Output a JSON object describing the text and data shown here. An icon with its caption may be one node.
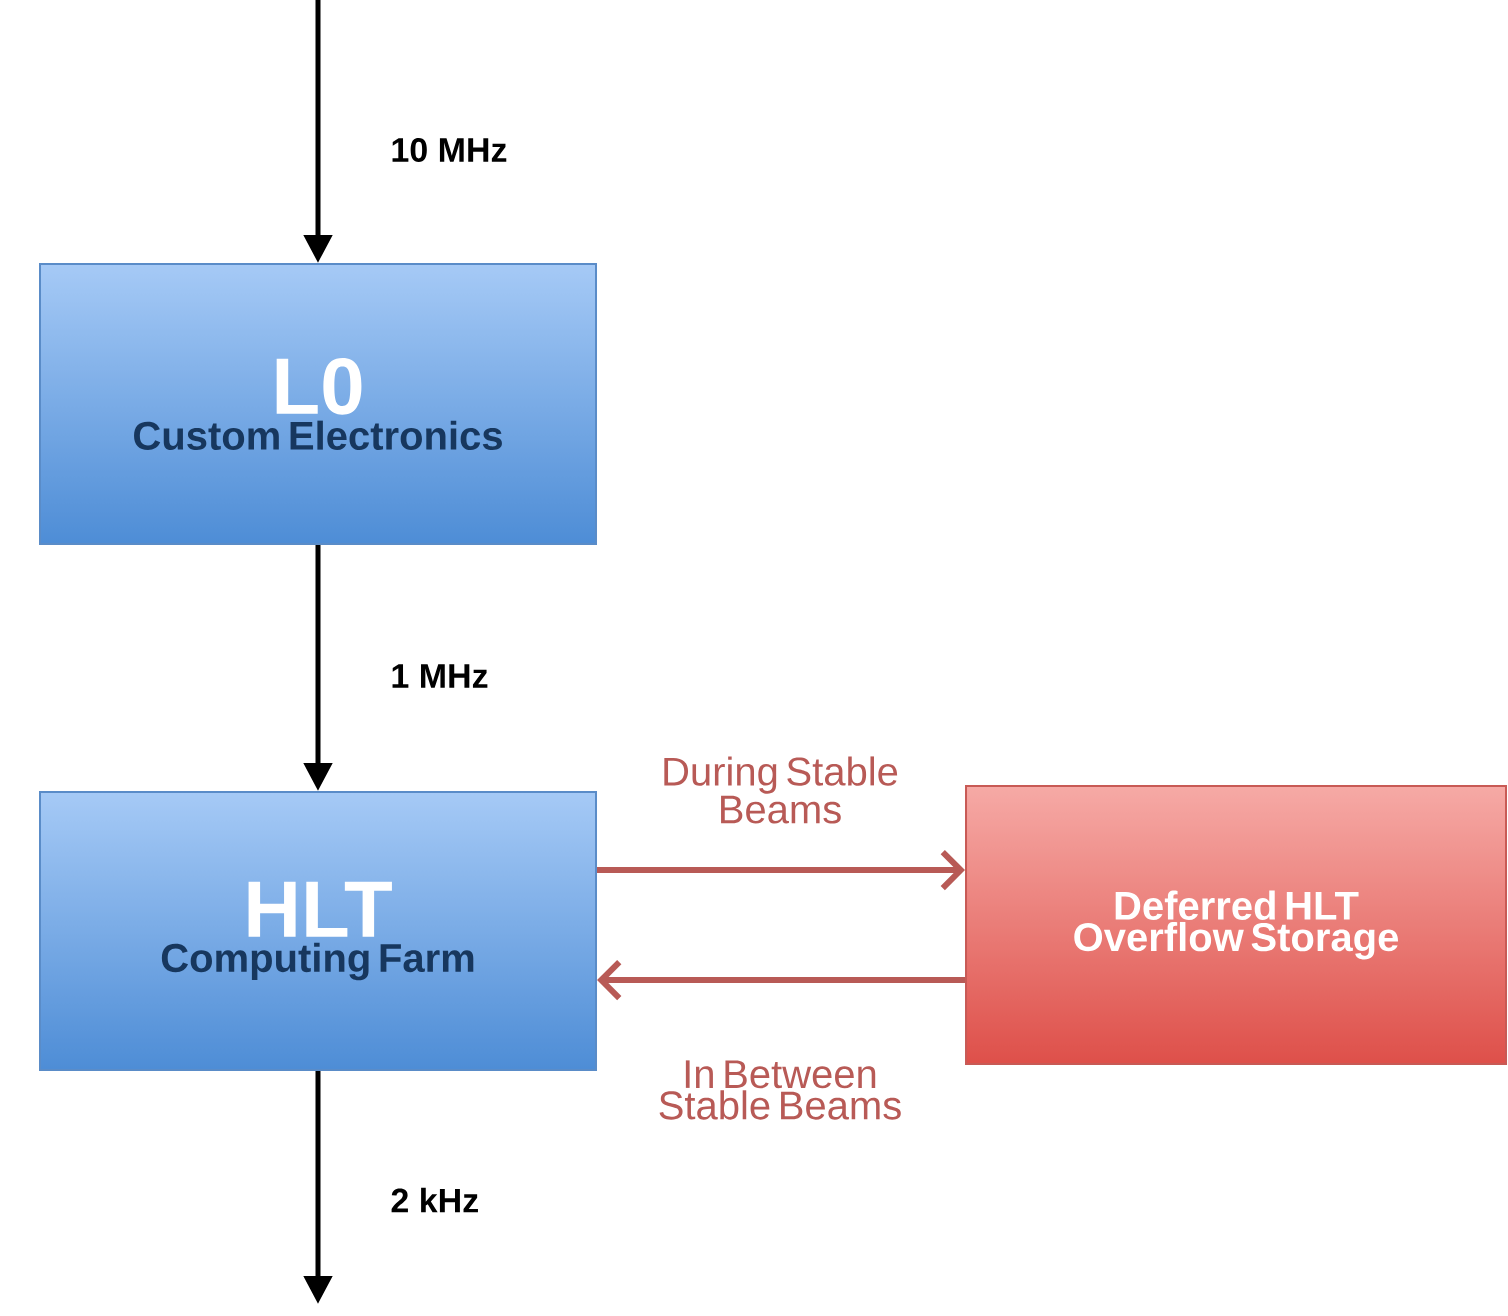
{
  "diagram": {
    "nodes": [
      {
        "text": [
          "L0",
          "Custom Electronics"
        ]
      },
      {
        "text": [
          "HLT",
          "Computing Farm"
        ]
      },
      {
        "text": [
          "Deferred HLT Overflow Storage"
        ]
      }
    ],
    "edges": [
      {
        "from": null,
        "to": 0,
        "arrow": "to",
        "label": "10 MHz"
      },
      {
        "from": 0,
        "to": 1,
        "arrow": "to",
        "label": "1 MHz"
      },
      {
        "from": 1,
        "to": 2,
        "arrow": "to",
        "label": "During Stable Beams",
        "color": "#b85a56"
      },
      {
        "from": 2,
        "to": 1,
        "arrow": "to",
        "label": "In Between Stable Beams",
        "color": "#b85a56"
      },
      {
        "from": 1,
        "to": null,
        "arrow": "to",
        "label": "2 kHz"
      }
    ]
  }
}
